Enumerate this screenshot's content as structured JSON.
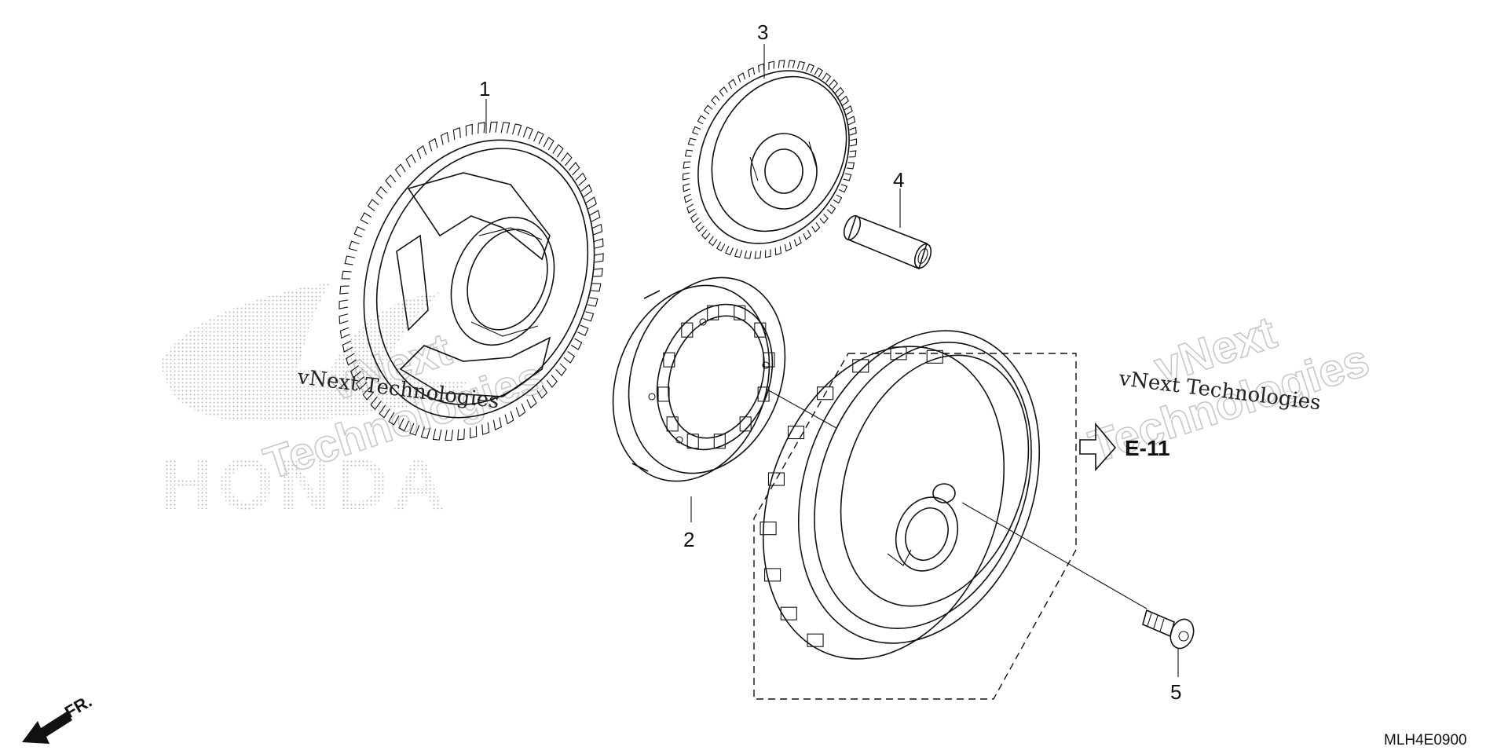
{
  "callouts": [
    {
      "number": "1",
      "part": "starter-driven-gear"
    },
    {
      "number": "2",
      "part": "starter-one-way-clutch"
    },
    {
      "number": "3",
      "part": "starter-idle-gear"
    },
    {
      "number": "4",
      "part": "idle-gear-shaft"
    },
    {
      "number": "5",
      "part": "flange-bolt"
    }
  ],
  "reference": {
    "label": "E-11"
  },
  "front_arrow": {
    "label": "FR."
  },
  "diagram_code": "MLH4E0900",
  "watermarks": {
    "left_line": "vNext Technologies",
    "right_line": "vNext Technologies",
    "brand_logo": "HONDA",
    "ghost_top": "vNext",
    "ghost_bottom": "Technologies"
  },
  "colors": {
    "line": "#111111",
    "background": "#ffffff",
    "watermark": "#c8c8c8"
  }
}
